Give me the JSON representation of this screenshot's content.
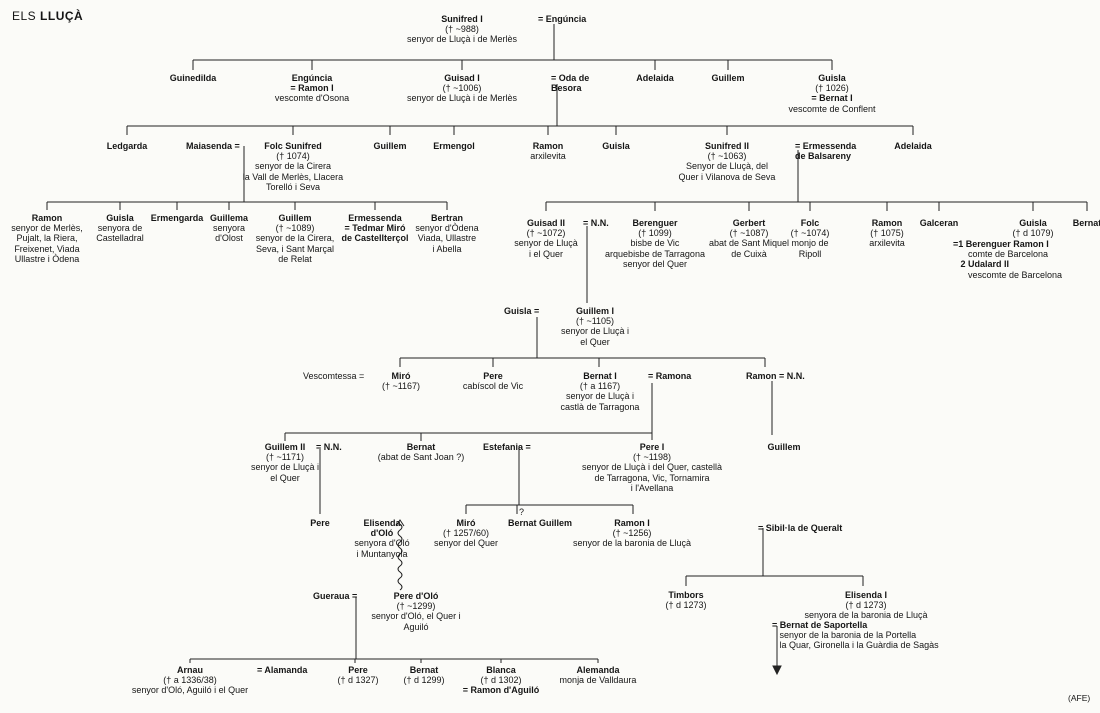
{
  "title": {
    "prefix": "ELS",
    "name": "LLUÇÀ"
  },
  "credit": "(AFE)",
  "nodes": [
    {
      "id": "sunifred1",
      "lines": [
        {
          "t": "Sunifred I",
          "b": true
        },
        {
          "t": "(† ~988)"
        },
        {
          "t": "senyor de Lluçà i de Merlès"
        }
      ]
    },
    {
      "id": "enguncia_sp",
      "lines": [
        {
          "t": "= Engúncia",
          "b": true
        }
      ]
    },
    {
      "id": "guinedilda",
      "lines": [
        {
          "t": "Guinedilda",
          "b": true
        }
      ]
    },
    {
      "id": "enguncia",
      "lines": [
        {
          "t": "Engúncia",
          "b": true
        },
        {
          "t": "= Ramon I",
          "b": true
        },
        {
          "t": "vescomte d'Osona"
        }
      ]
    },
    {
      "id": "guisad1",
      "lines": [
        {
          "t": "Guisad I",
          "b": true
        },
        {
          "t": "(† ~1006)"
        },
        {
          "t": "senyor de Lluçà i de Merlès"
        }
      ]
    },
    {
      "id": "oda",
      "lines": [
        {
          "t": "= Oda de",
          "b": true
        },
        {
          "t": "Besora",
          "b": true
        }
      ]
    },
    {
      "id": "adelaida1",
      "lines": [
        {
          "t": "Adelaida",
          "b": true
        }
      ]
    },
    {
      "id": "guillem1",
      "lines": [
        {
          "t": "Guillem",
          "b": true
        }
      ]
    },
    {
      "id": "guisla1",
      "lines": [
        {
          "t": "Guisla",
          "b": true
        },
        {
          "t": "(† 1026)"
        },
        {
          "t": "= Bernat I",
          "b": true
        },
        {
          "t": "vescomte de Conflent"
        }
      ]
    },
    {
      "id": "ledgarda",
      "lines": [
        {
          "t": "Ledgarda",
          "b": true
        }
      ]
    },
    {
      "id": "maiasenda",
      "lines": [
        {
          "t": "Maiasenda =",
          "b": true
        }
      ]
    },
    {
      "id": "folc_sunifred",
      "lines": [
        {
          "t": "Folc Sunifred",
          "b": true
        },
        {
          "t": "(† 1074)"
        },
        {
          "t": "senyor de la Cirera"
        },
        {
          "t": "la Vall de Merlès, Llacera"
        },
        {
          "t": "Torelló i Seva"
        }
      ]
    },
    {
      "id": "guillem2",
      "lines": [
        {
          "t": "Guillem",
          "b": true
        }
      ]
    },
    {
      "id": "ermengol",
      "lines": [
        {
          "t": "Ermengol",
          "b": true
        }
      ]
    },
    {
      "id": "ramon_arx",
      "lines": [
        {
          "t": "Ramon",
          "b": true
        },
        {
          "t": "arxilevita"
        }
      ]
    },
    {
      "id": "guisla2",
      "lines": [
        {
          "t": "Guisla",
          "b": true
        }
      ]
    },
    {
      "id": "sunifred2",
      "lines": [
        {
          "t": "Sunifred II",
          "b": true
        },
        {
          "t": "(† ~1063)"
        },
        {
          "t": "Senyor de Lluçà, del"
        },
        {
          "t": "Quer i Vilanova de Seva"
        }
      ]
    },
    {
      "id": "ermessenda_bal",
      "lines": [
        {
          "t": "= Ermessenda",
          "b": true
        },
        {
          "t": "de Balsareny",
          "b": true
        }
      ]
    },
    {
      "id": "adelaida2",
      "lines": [
        {
          "t": "Adelaida",
          "b": true
        }
      ]
    },
    {
      "id": "ramon_merles",
      "lines": [
        {
          "t": "Ramon",
          "b": true
        },
        {
          "t": "senyor de Merlès,"
        },
        {
          "t": "Pujalt, la Riera,"
        },
        {
          "t": "Freixenet, Viada"
        },
        {
          "t": "Ullastre i Òdena"
        }
      ]
    },
    {
      "id": "guisla_cast",
      "lines": [
        {
          "t": "Guisla",
          "b": true
        },
        {
          "t": "senyora de"
        },
        {
          "t": "Castelladral"
        }
      ]
    },
    {
      "id": "ermengarda",
      "lines": [
        {
          "t": "Ermengarda",
          "b": true
        }
      ]
    },
    {
      "id": "guillema",
      "lines": [
        {
          "t": "Guillema",
          "b": true
        },
        {
          "t": "senyora"
        },
        {
          "t": "d'Olost"
        }
      ]
    },
    {
      "id": "guillem_cirera",
      "lines": [
        {
          "t": "Guillem",
          "b": true
        },
        {
          "t": "(† ~1089)"
        },
        {
          "t": "senyor de la Cirera,"
        },
        {
          "t": "Seva, i Sant Marçal"
        },
        {
          "t": "de Relat"
        }
      ]
    },
    {
      "id": "ermessenda_ted",
      "lines": [
        {
          "t": "Ermessenda",
          "b": true
        },
        {
          "t": "= Tedmar Miró",
          "b": true
        },
        {
          "t": "de Castellterçol",
          "b": true
        }
      ]
    },
    {
      "id": "bertran",
      "lines": [
        {
          "t": "Bertran",
          "b": true
        },
        {
          "t": "senyor d'Òdena"
        },
        {
          "t": "Viada, Ullastre"
        },
        {
          "t": "i Abella"
        }
      ]
    },
    {
      "id": "guisad2",
      "lines": [
        {
          "t": "Guisad II",
          "b": true
        },
        {
          "t": "(† ~1072)"
        },
        {
          "t": "senyor de Lluçà"
        },
        {
          "t": "i el Quer"
        }
      ]
    },
    {
      "id": "nn1",
      "lines": [
        {
          "t": "= N.N.",
          "b": true
        }
      ]
    },
    {
      "id": "berenguer",
      "lines": [
        {
          "t": "Berenguer",
          "b": true
        },
        {
          "t": "(† 1099)"
        },
        {
          "t": "bisbe de Vic"
        },
        {
          "t": "arquebisbe de Tarragona"
        },
        {
          "t": "senyor del Quer"
        }
      ]
    },
    {
      "id": "gerbert",
      "lines": [
        {
          "t": "Gerbert",
          "b": true
        },
        {
          "t": "(† ~1087)"
        },
        {
          "t": "abat de Sant Miquel"
        },
        {
          "t": "de Cuixà"
        }
      ]
    },
    {
      "id": "folc",
      "lines": [
        {
          "t": "Folc",
          "b": true
        },
        {
          "t": "(† ~1074)"
        },
        {
          "t": "monjo de"
        },
        {
          "t": "Ripoll"
        }
      ]
    },
    {
      "id": "ramon_1075",
      "lines": [
        {
          "t": "Ramon",
          "b": true
        },
        {
          "t": "(† 1075)"
        },
        {
          "t": "arxilevita"
        }
      ]
    },
    {
      "id": "galceran",
      "lines": [
        {
          "t": "Galceran",
          "b": true
        }
      ]
    },
    {
      "id": "guisla_1079",
      "lines": [
        {
          "t": "Guisla",
          "b": true
        },
        {
          "t": "(† d 1079)"
        }
      ]
    },
    {
      "id": "guisla_sp",
      "lines": [
        {
          "t": "=1 Berenguer Ramon I",
          "b": true
        },
        {
          "t": "      comte de Barcelona"
        },
        {
          "t": "   2 Udalard II",
          "b": true
        },
        {
          "t": "      vescomte de Barcelona"
        }
      ]
    },
    {
      "id": "bernat_end",
      "lines": [
        {
          "t": "Bernat",
          "b": true
        }
      ]
    },
    {
      "id": "guisla_g",
      "lines": [
        {
          "t": "Guisla =",
          "b": true
        }
      ]
    },
    {
      "id": "guillem_i",
      "lines": [
        {
          "t": "Guillem I",
          "b": true
        },
        {
          "t": "(† ~1105)"
        },
        {
          "t": "senyor de Lluçà i"
        },
        {
          "t": "el Quer"
        }
      ]
    },
    {
      "id": "vescomtessa",
      "lines": [
        {
          "t": "Vescomtessa ="
        }
      ]
    },
    {
      "id": "miro1",
      "lines": [
        {
          "t": "Miró",
          "b": true
        },
        {
          "t": "(† ~1167)"
        }
      ]
    },
    {
      "id": "pere_cab",
      "lines": [
        {
          "t": "Pere",
          "b": true
        },
        {
          "t": "cabíscol de Vic"
        }
      ]
    },
    {
      "id": "bernat_i",
      "lines": [
        {
          "t": "Bernat I",
          "b": true
        },
        {
          "t": "(† a 1167)"
        },
        {
          "t": "senyor de Lluçà i"
        },
        {
          "t": "castlà de Tarragona"
        }
      ]
    },
    {
      "id": "ramona",
      "lines": [
        {
          "t": "= Ramona",
          "b": true
        }
      ]
    },
    {
      "id": "ramon_nn",
      "lines": [
        {
          "t": "Ramon = N.N.",
          "b": true
        }
      ]
    },
    {
      "id": "guillem_ramon",
      "lines": [
        {
          "t": "Guillem",
          "b": true
        }
      ]
    },
    {
      "id": "guillem_ii",
      "lines": [
        {
          "t": "Guillem II",
          "b": true
        },
        {
          "t": "(† ~1171)"
        },
        {
          "t": "senyor de Lluçà i"
        },
        {
          "t": "el Quer"
        }
      ]
    },
    {
      "id": "nn2",
      "lines": [
        {
          "t": "= N.N.",
          "b": true
        }
      ]
    },
    {
      "id": "bernat_abat",
      "lines": [
        {
          "t": "Bernat",
          "b": true
        },
        {
          "t": "(abat de Sant Joan ?)"
        }
      ]
    },
    {
      "id": "estefania",
      "lines": [
        {
          "t": "Estefania =",
          "b": true
        }
      ]
    },
    {
      "id": "pere_i",
      "lines": [
        {
          "t": "Pere I",
          "b": true
        },
        {
          "t": "(† ~1198)"
        },
        {
          "t": "senyor de Lluçà i del Quer, castellà"
        },
        {
          "t": "de Tarragona, Vic, Tornamira"
        },
        {
          "t": "i l'Avellana"
        }
      ]
    },
    {
      "id": "pere_nn",
      "lines": [
        {
          "t": "Pere",
          "b": true
        }
      ]
    },
    {
      "id": "elisenda_olo",
      "lines": [
        {
          "t": "Elisenda",
          "b": true
        },
        {
          "t": "d'Oló",
          "b": true
        },
        {
          "t": "senyora d'Oló"
        },
        {
          "t": "i Muntanyola"
        }
      ]
    },
    {
      "id": "miro2",
      "lines": [
        {
          "t": "Miró",
          "b": true
        },
        {
          "t": "(† 1257/60)"
        },
        {
          "t": "senyor del Quer"
        }
      ]
    },
    {
      "id": "qmark",
      "lines": [
        {
          "t": "?"
        }
      ]
    },
    {
      "id": "bernat_guillem",
      "lines": [
        {
          "t": "Bernat Guillem",
          "b": true
        }
      ]
    },
    {
      "id": "ramon_i",
      "lines": [
        {
          "t": "Ramon I",
          "b": true
        },
        {
          "t": "(† ~1256)"
        },
        {
          "t": "senyor de la baronia de Lluçà"
        }
      ]
    },
    {
      "id": "sibilla",
      "lines": [
        {
          "t": "= Sibil·la de Queralt",
          "b": true
        }
      ]
    },
    {
      "id": "gueraua",
      "lines": [
        {
          "t": "Gueraua =",
          "b": true
        }
      ]
    },
    {
      "id": "pere_olo",
      "lines": [
        {
          "t": "Pere d'Oló",
          "b": true
        },
        {
          "t": "(† ~1299)"
        },
        {
          "t": "senyor d'Oló, el Quer i"
        },
        {
          "t": "Aguiló"
        }
      ]
    },
    {
      "id": "timbors",
      "lines": [
        {
          "t": "Timbors",
          "b": true
        },
        {
          "t": "(† d 1273)"
        }
      ]
    },
    {
      "id": "elisenda_i",
      "lines": [
        {
          "t": "Elisenda I",
          "b": true
        },
        {
          "t": "(† d 1273)"
        },
        {
          "t": "senyora de la baronia de Lluçà"
        }
      ]
    },
    {
      "id": "saportella",
      "lines": [
        {
          "t": "= Bernat de Saportella",
          "b": true
        },
        {
          "t": "   senyor de la baronia de la Portella"
        },
        {
          "t": "   la Quar, Gironella i la Guàrdia de Sagàs"
        }
      ]
    },
    {
      "id": "arnau",
      "lines": [
        {
          "t": "Arnau",
          "b": true
        },
        {
          "t": "(† a 1336/38)"
        },
        {
          "t": "senyor d'Oló, Aguiló i el Quer"
        }
      ]
    },
    {
      "id": "alamanda",
      "lines": [
        {
          "t": "= Alamanda",
          "b": true
        }
      ]
    },
    {
      "id": "pere_1327",
      "lines": [
        {
          "t": "Pere",
          "b": true
        },
        {
          "t": "(† d 1327)"
        }
      ]
    },
    {
      "id": "bernat_1299",
      "lines": [
        {
          "t": "Bernat",
          "b": true
        },
        {
          "t": "(† d 1299)"
        }
      ]
    },
    {
      "id": "blanca",
      "lines": [
        {
          "t": "Blanca",
          "b": true
        },
        {
          "t": "(† d 1302)"
        },
        {
          "t": "= Ramon d'Aguiló",
          "b": true
        }
      ]
    },
    {
      "id": "alemanda",
      "lines": [
        {
          "t": "Alemanda",
          "b": true
        },
        {
          "t": "monja de Valldaura"
        }
      ]
    }
  ]
}
